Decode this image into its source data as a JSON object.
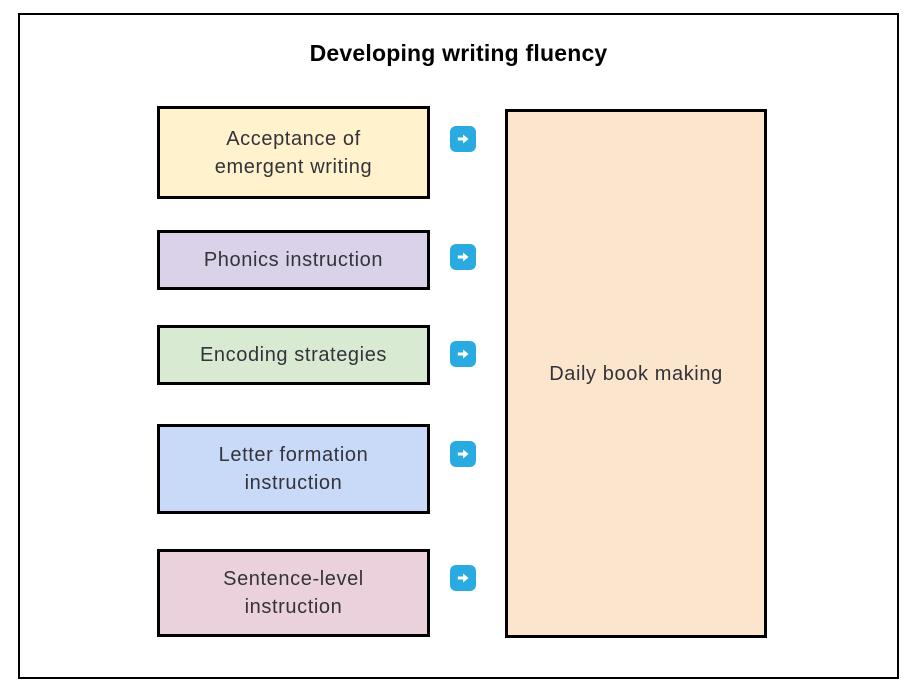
{
  "diagram": {
    "title": "Developing writing fluency",
    "left_boxes": [
      {
        "label": "Acceptance of\nemergent writing",
        "color": "#FFF2CC"
      },
      {
        "label": "Phonics instruction",
        "color": "#D9D2E9"
      },
      {
        "label": "Encoding strategies",
        "color": "#D9EAD3"
      },
      {
        "label": "Letter formation\ninstruction",
        "color": "#C9DAF8"
      },
      {
        "label": "Sentence-level\ninstruction",
        "color": "#EAD1DC"
      }
    ],
    "arrow": {
      "icon": "right-arrow-icon",
      "glyph": "➡",
      "color": "#29ABE2"
    },
    "right_box": {
      "label": "Daily book making",
      "color": "#FCE5CD"
    }
  }
}
